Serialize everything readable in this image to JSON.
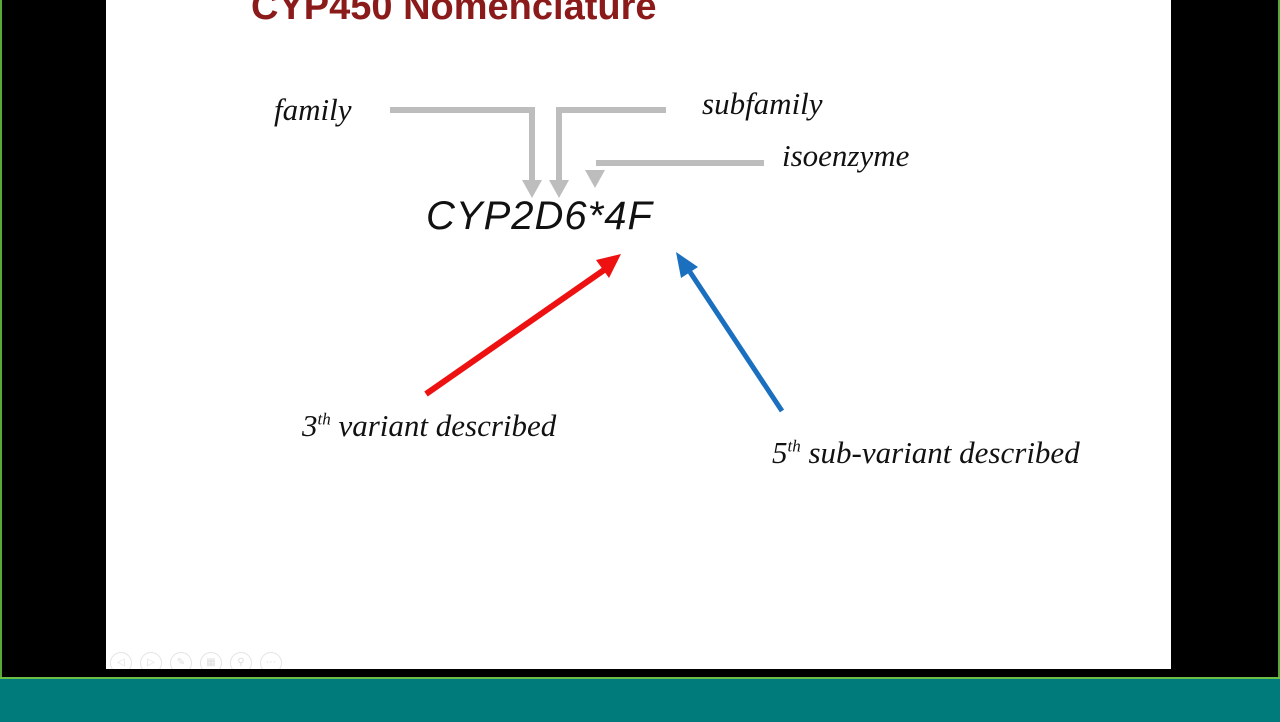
{
  "slide": {
    "title": "CYP450 Nomenclature",
    "code": "CYP2D6*4F",
    "labels": {
      "family": "family",
      "subfamily": "subfamily",
      "isoenzyme": "isoenzyme",
      "variant_num": "3",
      "variant_sup": "th",
      "variant_text": " variant described",
      "subvariant_num": "5",
      "subvariant_sup": "th",
      "subvariant_text": " sub-variant described"
    },
    "colors": {
      "title": "#8b1a1a",
      "gray_arrow": "#bdbdbd",
      "red_arrow": "#ee1111",
      "blue_arrow": "#1a6fbf",
      "bottom_bar": "#007b7b"
    }
  },
  "controls": [
    "previous-icon",
    "next-icon",
    "pen-icon",
    "slides-grid-icon",
    "zoom-icon",
    "more-icon"
  ]
}
